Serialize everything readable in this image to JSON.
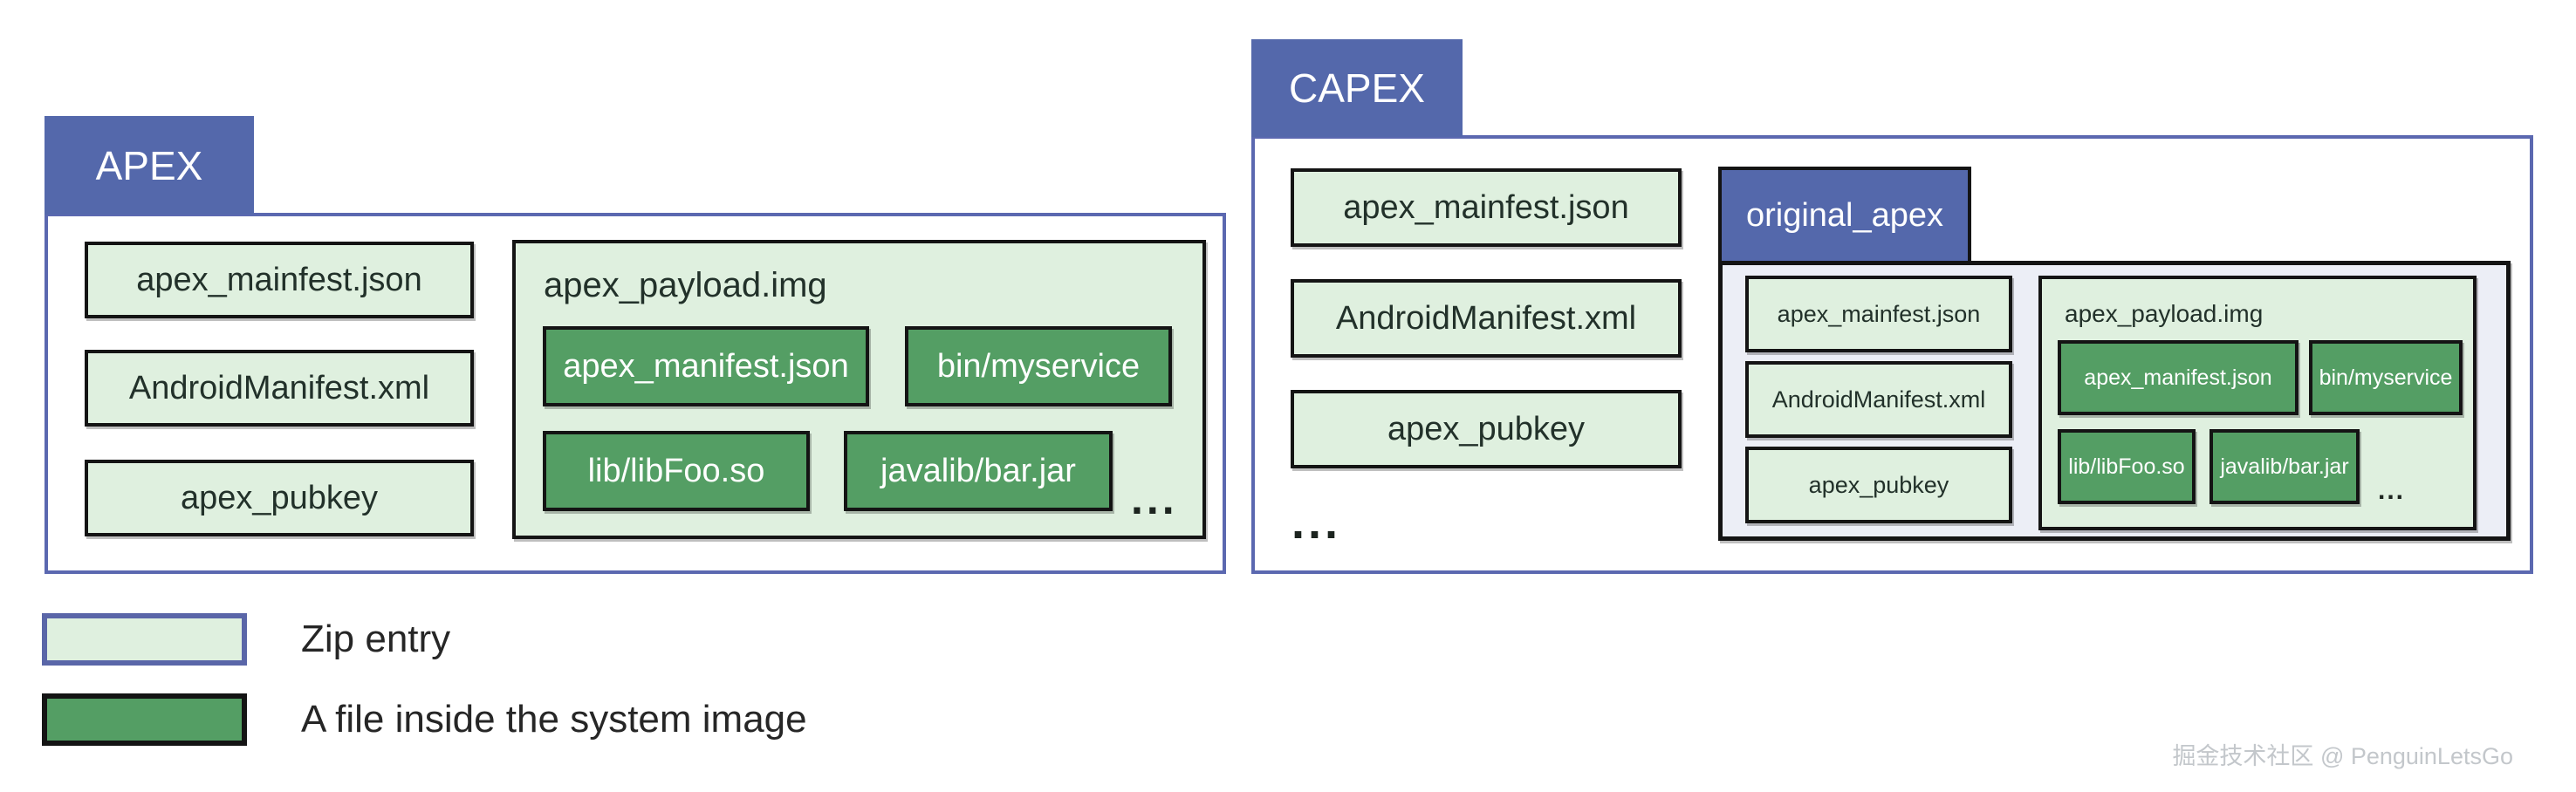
{
  "palette": {
    "tab_blue": "#5468ab",
    "folder_border_blue": "#5b68b0",
    "zip_entry_fill": "#dff0df",
    "system_file_fill": "#549e64",
    "nested_container_fill": "#eceef6",
    "box_border_black": "#141414",
    "dark_text": "#22312a",
    "light_text": "#ffffff"
  },
  "apex": {
    "tab_label": "APEX",
    "zip_entries": [
      "apex_mainfest.json",
      "AndroidManifest.xml",
      "apex_pubkey"
    ],
    "payload": {
      "label": "apex_payload.img",
      "files": [
        "apex_manifest.json",
        "bin/myservice",
        "lib/libFoo.so",
        "javalib/bar.jar"
      ],
      "ellipsis": "..."
    }
  },
  "capex": {
    "tab_label": "CAPEX",
    "zip_entries": [
      "apex_mainfest.json",
      "AndroidManifest.xml",
      "apex_pubkey"
    ],
    "ellipsis": "...",
    "original_apex": {
      "tab_label": "original_apex",
      "zip_entries": [
        "apex_mainfest.json",
        "AndroidManifest.xml",
        "apex_pubkey"
      ],
      "payload": {
        "label": "apex_payload.img",
        "files": [
          "apex_manifest.json",
          "bin/myservice",
          "lib/libFoo.so",
          "javalib/bar.jar"
        ],
        "ellipsis": "..."
      }
    }
  },
  "legend": {
    "zip_label": "Zip entry",
    "file_label": "A file inside the system image"
  },
  "watermark": "掘金技术社区 @ PenguinLetsGo"
}
